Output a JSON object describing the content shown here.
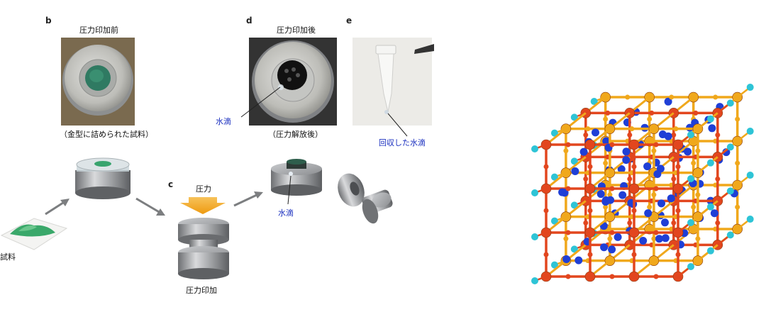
{
  "panels": {
    "b": "b",
    "c": "c",
    "d": "d",
    "e": "e"
  },
  "labels": {
    "before_pressure": "圧力印加前",
    "after_pressure": "圧力印加後",
    "sample_in_mold": "（金型に詰められた試料）",
    "after_release": "（圧力解放後）",
    "water_drop_d": "水滴",
    "recovered_drop": "回収した水滴",
    "pressure": "圧力",
    "water_drop_c": "水滴",
    "pressure_applied": "圧力印加",
    "sample": "試料"
  },
  "colors": {
    "annotation_blue": "#1a2fbf",
    "press_arrow": "#f2a51a",
    "cage_red": "#e2461e",
    "cage_yellow": "#f0a81c",
    "water_blue": "#1f3fd6",
    "cyan_atom": "#2ec4d6"
  }
}
